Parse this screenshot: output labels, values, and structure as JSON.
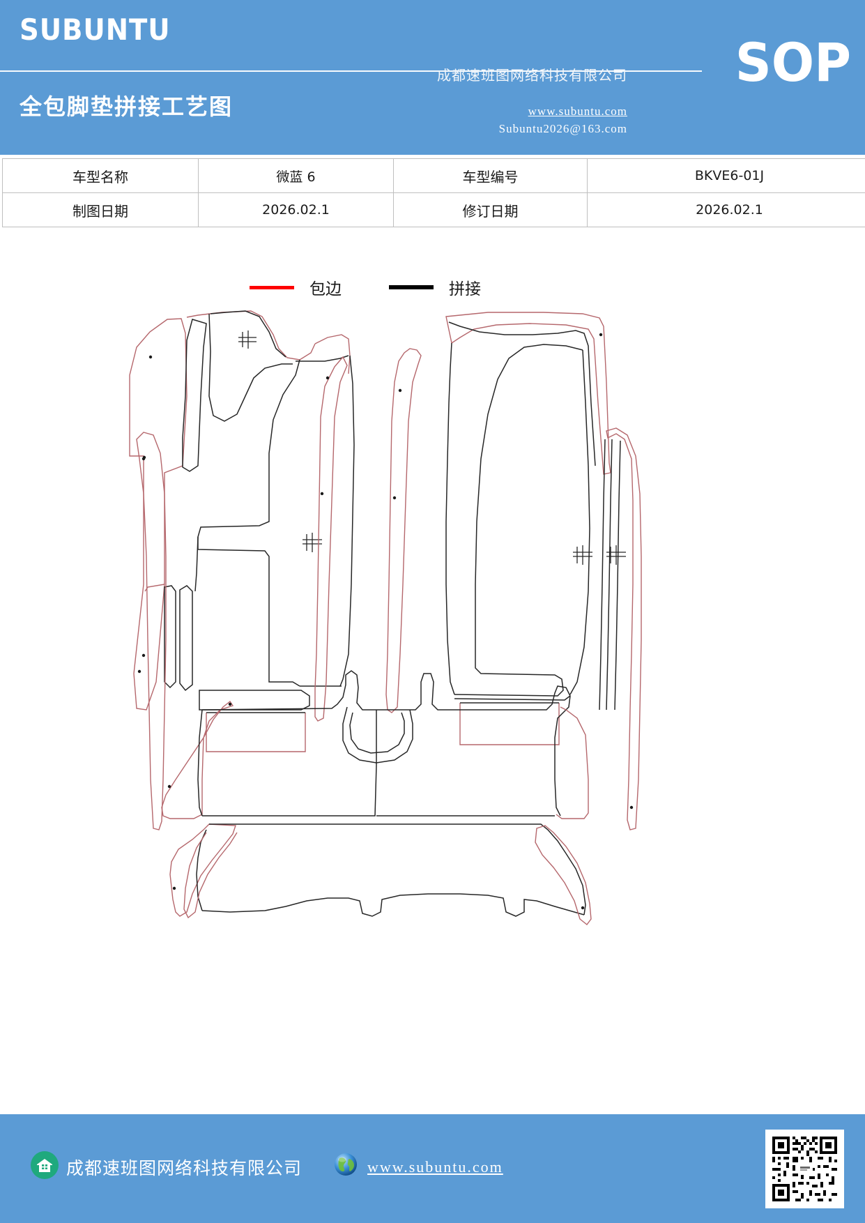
{
  "header": {
    "brand": "SUBUNTU",
    "doc_type": "SOP",
    "title": "全包脚垫拼接工艺图",
    "company": "成都速班图网络科技有限公司",
    "url": "www.subuntu.com",
    "email": "Subuntu2026@163.com",
    "bg_color": "#5b9bd5"
  },
  "info_table": {
    "rows": [
      {
        "label1": "车型名称",
        "value1": "微蓝 6",
        "label2": "车型编号",
        "value2": "BKVE6-01J"
      },
      {
        "label1": "制图日期",
        "value1": "2026.02.1",
        "label2": "修订日期",
        "value2": "2026.02.1"
      }
    ]
  },
  "legend": {
    "items": [
      {
        "label": "包边",
        "color": "#fe0000",
        "meaning": "binding-edge"
      },
      {
        "label": "拼接",
        "color": "#000000",
        "meaning": "splice-seam"
      }
    ]
  },
  "drawing": {
    "description": "全包脚垫拼接工艺图 — 车型 微蓝 6 脚垫裁片排版图",
    "pieces": [
      {
        "name": "front-left-mat",
        "label": ""
      },
      {
        "name": "front-right-mat",
        "label": ""
      },
      {
        "name": "left-sill-strip",
        "label": ""
      },
      {
        "name": "right-sill-strip",
        "label": ""
      },
      {
        "name": "rear-floor-mat",
        "label": ""
      },
      {
        "name": "rear-lower-mat",
        "label": ""
      }
    ],
    "line_colors": {
      "binding": "#b5676c",
      "seam": "#262626"
    }
  },
  "footer": {
    "company": "成都速班图网络科技有限公司",
    "url": "www.subuntu.com",
    "bg_color": "#5b9bd5"
  }
}
